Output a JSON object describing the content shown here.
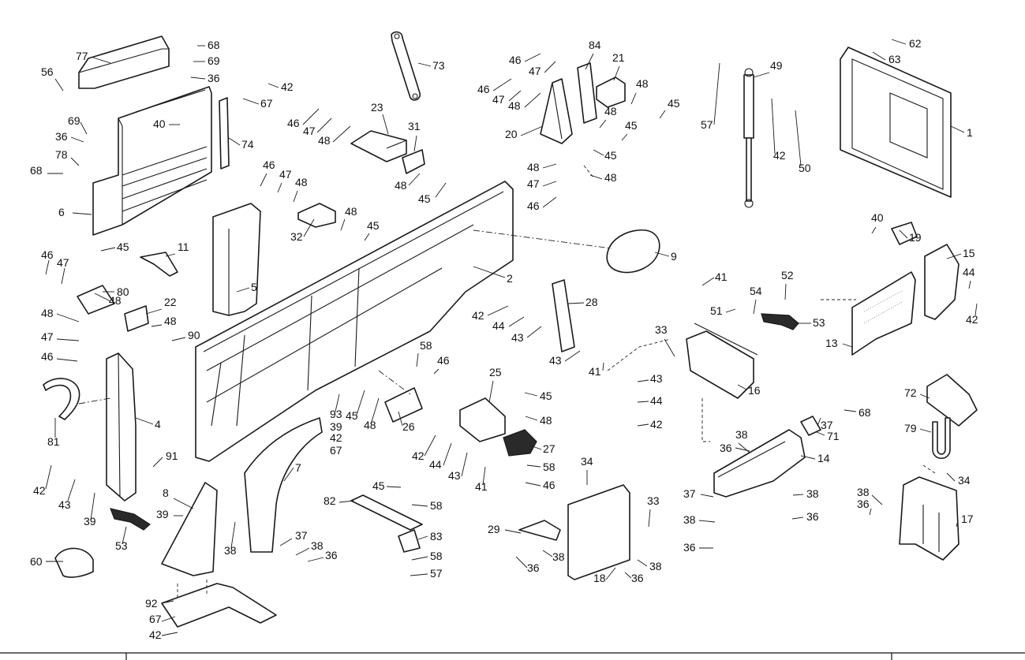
{
  "callouts": [
    {
      "id": "c1",
      "text": "77"
    },
    {
      "id": "c2",
      "text": "68"
    },
    {
      "id": "c3",
      "text": "69"
    },
    {
      "id": "c4",
      "text": "36"
    },
    {
      "id": "c5",
      "text": "56"
    },
    {
      "id": "c6",
      "text": "42"
    },
    {
      "id": "c7",
      "text": "67"
    },
    {
      "id": "c8",
      "text": "69"
    },
    {
      "id": "c9",
      "text": "36"
    },
    {
      "id": "c10",
      "text": "40"
    },
    {
      "id": "c11",
      "text": "78"
    },
    {
      "id": "c12",
      "text": "74"
    },
    {
      "id": "c13",
      "text": "68"
    },
    {
      "id": "c14",
      "text": "6"
    },
    {
      "id": "c15",
      "text": "73"
    },
    {
      "id": "c16",
      "text": "23"
    },
    {
      "id": "c17",
      "text": "46"
    },
    {
      "id": "c18",
      "text": "47"
    },
    {
      "id": "c19",
      "text": "48"
    },
    {
      "id": "c20",
      "text": "31"
    },
    {
      "id": "c21",
      "text": "48"
    },
    {
      "id": "c22",
      "text": "45"
    },
    {
      "id": "c23",
      "text": "46"
    },
    {
      "id": "c24",
      "text": "47"
    },
    {
      "id": "c25",
      "text": "48"
    },
    {
      "id": "c26",
      "text": "32"
    },
    {
      "id": "c27",
      "text": "48"
    },
    {
      "id": "c28",
      "text": "45"
    },
    {
      "id": "c29",
      "text": "46"
    },
    {
      "id": "c30",
      "text": "84"
    },
    {
      "id": "c31",
      "text": "47"
    },
    {
      "id": "c32",
      "text": "21"
    },
    {
      "id": "c33",
      "text": "46"
    },
    {
      "id": "c34",
      "text": "47"
    },
    {
      "id": "c35",
      "text": "48"
    },
    {
      "id": "c36",
      "text": "48"
    },
    {
      "id": "c37",
      "text": "45"
    },
    {
      "id": "c38",
      "text": "48"
    },
    {
      "id": "c39",
      "text": "20"
    },
    {
      "id": "c40",
      "text": "45"
    },
    {
      "id": "c41",
      "text": "45"
    },
    {
      "id": "c42",
      "text": "48"
    },
    {
      "id": "c43",
      "text": "48"
    },
    {
      "id": "c44",
      "text": "47"
    },
    {
      "id": "c45",
      "text": "46"
    },
    {
      "id": "c46",
      "text": "57"
    },
    {
      "id": "c47",
      "text": "49"
    },
    {
      "id": "c48",
      "text": "42"
    },
    {
      "id": "c49",
      "text": "50"
    },
    {
      "id": "c50",
      "text": "62"
    },
    {
      "id": "c51",
      "text": "63"
    },
    {
      "id": "c52",
      "text": "1"
    },
    {
      "id": "c53",
      "text": "9"
    },
    {
      "id": "c54",
      "text": "2"
    },
    {
      "id": "c55",
      "text": "46"
    },
    {
      "id": "c56",
      "text": "47"
    },
    {
      "id": "c57",
      "text": "45"
    },
    {
      "id": "c58",
      "text": "11"
    },
    {
      "id": "c59",
      "text": "48"
    },
    {
      "id": "c60",
      "text": "80"
    },
    {
      "id": "c61",
      "text": "48"
    },
    {
      "id": "c62",
      "text": "22"
    },
    {
      "id": "c63",
      "text": "48"
    },
    {
      "id": "c64",
      "text": "90"
    },
    {
      "id": "c65",
      "text": "47"
    },
    {
      "id": "c66",
      "text": "46"
    },
    {
      "id": "c67",
      "text": "5"
    },
    {
      "id": "c68",
      "text": "4"
    },
    {
      "id": "c69",
      "text": "81"
    },
    {
      "id": "c70",
      "text": "91"
    },
    {
      "id": "c71",
      "text": "42"
    },
    {
      "id": "c72",
      "text": "43"
    },
    {
      "id": "c73",
      "text": "39"
    },
    {
      "id": "c74",
      "text": "53"
    },
    {
      "id": "c75",
      "text": "8"
    },
    {
      "id": "c76",
      "text": "39"
    },
    {
      "id": "c77",
      "text": "60"
    },
    {
      "id": "c78",
      "text": "38"
    },
    {
      "id": "c79",
      "text": "7"
    },
    {
      "id": "c80",
      "text": "37"
    },
    {
      "id": "c81",
      "text": "38"
    },
    {
      "id": "c82",
      "text": "36"
    },
    {
      "id": "c83",
      "text": "92"
    },
    {
      "id": "c84",
      "text": "67"
    },
    {
      "id": "c85",
      "text": "42"
    },
    {
      "id": "c86",
      "text": "58"
    },
    {
      "id": "c87",
      "text": "46"
    },
    {
      "id": "c88",
      "text": "93"
    },
    {
      "id": "c89",
      "text": "39"
    },
    {
      "id": "c90",
      "text": "42"
    },
    {
      "id": "c91",
      "text": "67"
    },
    {
      "id": "c92",
      "text": "45"
    },
    {
      "id": "c93",
      "text": "48"
    },
    {
      "id": "c94",
      "text": "26"
    },
    {
      "id": "c95",
      "text": "28"
    },
    {
      "id": "c96",
      "text": "42"
    },
    {
      "id": "c97",
      "text": "44"
    },
    {
      "id": "c98",
      "text": "43"
    },
    {
      "id": "c99",
      "text": "43"
    },
    {
      "id": "c100",
      "text": "41"
    },
    {
      "id": "c101",
      "text": "25"
    },
    {
      "id": "c102",
      "text": "45"
    },
    {
      "id": "c103",
      "text": "48"
    },
    {
      "id": "c104",
      "text": "27"
    },
    {
      "id": "c105",
      "text": "42"
    },
    {
      "id": "c106",
      "text": "44"
    },
    {
      "id": "c107",
      "text": "43"
    },
    {
      "id": "c108",
      "text": "41"
    },
    {
      "id": "c109",
      "text": "58"
    },
    {
      "id": "c110",
      "text": "46"
    },
    {
      "id": "c111",
      "text": "45"
    },
    {
      "id": "c112",
      "text": "58"
    },
    {
      "id": "c113",
      "text": "82"
    },
    {
      "id": "c114",
      "text": "83"
    },
    {
      "id": "c115",
      "text": "58"
    },
    {
      "id": "c116",
      "text": "57"
    },
    {
      "id": "c117",
      "text": "34"
    },
    {
      "id": "c118",
      "text": "29"
    },
    {
      "id": "c119",
      "text": "38"
    },
    {
      "id": "c120",
      "text": "36"
    },
    {
      "id": "c121",
      "text": "33"
    },
    {
      "id": "c122",
      "text": "38"
    },
    {
      "id": "c123",
      "text": "18"
    },
    {
      "id": "c124",
      "text": "36"
    },
    {
      "id": "c125",
      "text": "41"
    },
    {
      "id": "c126",
      "text": "52"
    },
    {
      "id": "c127",
      "text": "51"
    },
    {
      "id": "c128",
      "text": "54"
    },
    {
      "id": "c129",
      "text": "53"
    },
    {
      "id": "c130",
      "text": "33"
    },
    {
      "id": "c131",
      "text": "43"
    },
    {
      "id": "c132",
      "text": "44"
    },
    {
      "id": "c133",
      "text": "42"
    },
    {
      "id": "c134",
      "text": "16"
    },
    {
      "id": "c135",
      "text": "40"
    },
    {
      "id": "c136",
      "text": "19"
    },
    {
      "id": "c137",
      "text": "15"
    },
    {
      "id": "c138",
      "text": "44"
    },
    {
      "id": "c139",
      "text": "42"
    },
    {
      "id": "c140",
      "text": "13"
    },
    {
      "id": "c141",
      "text": "68"
    },
    {
      "id": "c142",
      "text": "37"
    },
    {
      "id": "c143",
      "text": "71"
    },
    {
      "id": "c144",
      "text": "38"
    },
    {
      "id": "c145",
      "text": "36"
    },
    {
      "id": "c146",
      "text": "14"
    },
    {
      "id": "c147",
      "text": "37"
    },
    {
      "id": "c148",
      "text": "38"
    },
    {
      "id": "c149",
      "text": "38"
    },
    {
      "id": "c150",
      "text": "36"
    },
    {
      "id": "c151",
      "text": "36"
    },
    {
      "id": "c152",
      "text": "72"
    },
    {
      "id": "c153",
      "text": "79"
    },
    {
      "id": "c154",
      "text": "34"
    },
    {
      "id": "c155",
      "text": "38"
    },
    {
      "id": "c156",
      "text": "36"
    },
    {
      "id": "c157",
      "text": "17"
    }
  ]
}
